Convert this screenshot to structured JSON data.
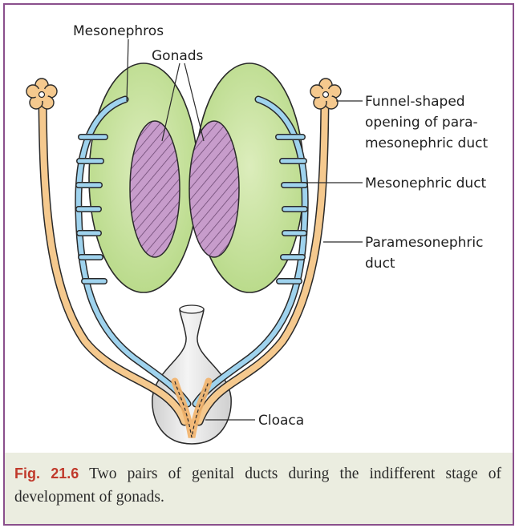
{
  "labels": {
    "mesonephros": "Mesonephros",
    "gonads": "Gonads",
    "funnel": [
      "Funnel-shaped",
      "opening of para-",
      "mesonephric duct"
    ],
    "mesonephric_duct": "Mesonephric duct",
    "paramesonephric_duct": [
      "Paramesonephric",
      "duct"
    ],
    "cloaca": "Cloaca"
  },
  "caption": {
    "number": "Fig. 21.6",
    "text": "Two pairs of genital ducts during the indifferent stage of development of gonads."
  },
  "colors": {
    "frame": "#8a4f8c",
    "mesonephros_fill": "#c6e29a",
    "gonad_fill": "#c79ccb",
    "mesonephric_duct": "#9fd3ee",
    "paramesonephric_duct": "#f5c98e",
    "cloaca_fill": "#e4e4e4",
    "caption_bg": "#ebede0",
    "caption_number": "#c0392b"
  }
}
